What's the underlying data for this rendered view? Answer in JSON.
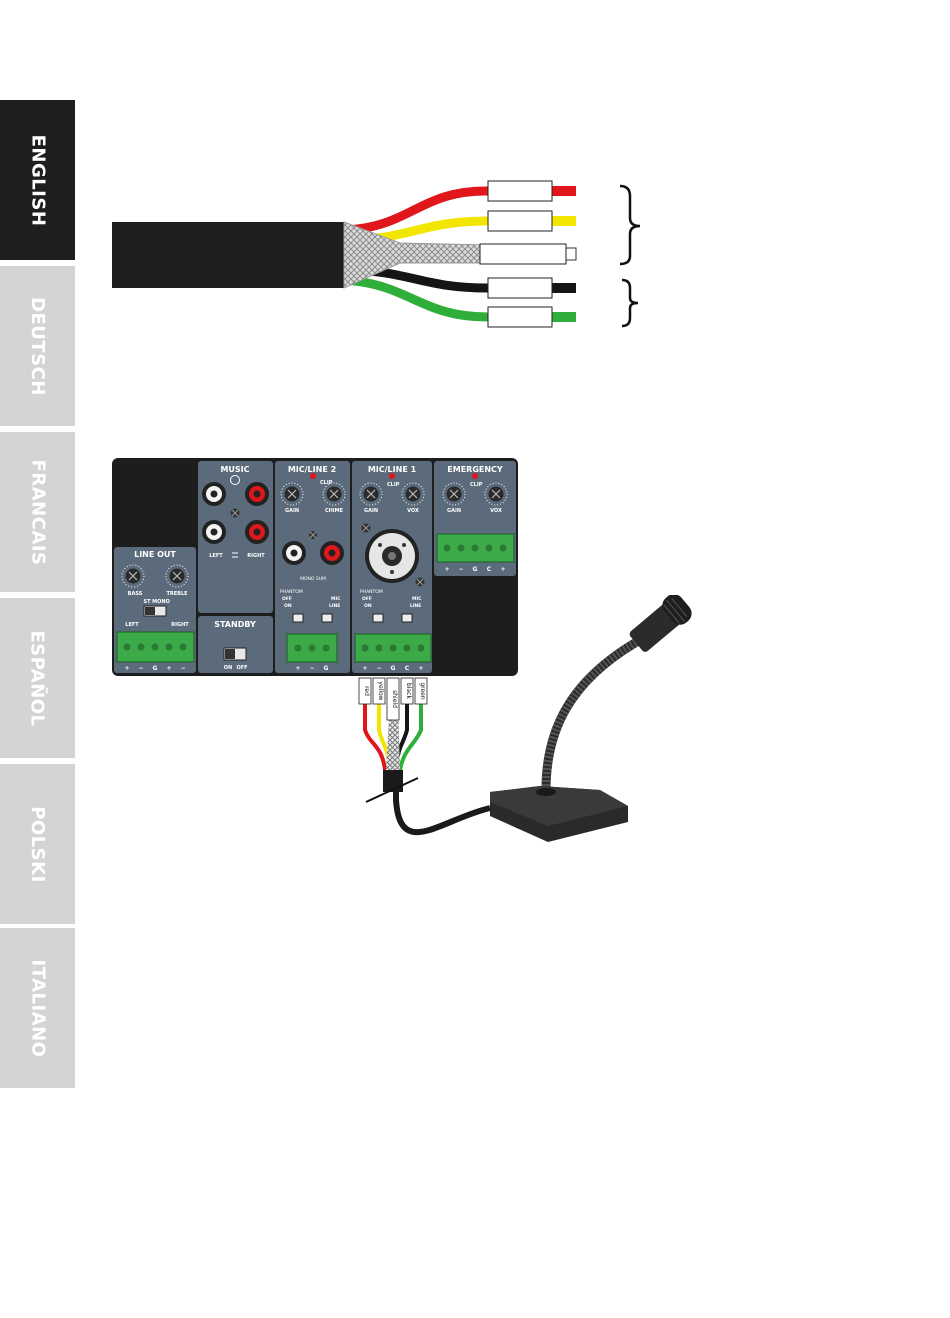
{
  "sidebar": {
    "tabs": [
      {
        "label": "ENGLISH",
        "active": true
      },
      {
        "label": "DEUTSCH",
        "active": false
      },
      {
        "label": "FRANCAIS",
        "active": false
      },
      {
        "label": "ESPAÑOL",
        "active": false
      },
      {
        "label": "POLSKI",
        "active": false
      },
      {
        "label": "ITALIANO",
        "active": false
      }
    ]
  },
  "panel": {
    "music": {
      "title": "MUSIC",
      "left": "LEFT",
      "right": "RIGHT"
    },
    "line_out": {
      "title": "LINE OUT",
      "bass": "BASS",
      "treble": "TREBLE",
      "st": "ST",
      "mono": "MONO",
      "left": "LEFT",
      "right": "RIGHT",
      "pins": [
        "+",
        "−",
        "G",
        "+",
        "−"
      ]
    },
    "standby": {
      "title": "STANDBY",
      "on": "ON",
      "off": "OFF"
    },
    "mic2": {
      "title": "MIC/LINE 2",
      "clip": "CLIP",
      "gain": "GAIN",
      "chime": "CHIME",
      "mono_sum": "MONO SUM",
      "phantom": "PHANTOM",
      "off": "OFF",
      "on": "ON",
      "mic": "MIC",
      "line": "LINE",
      "pins": [
        "+",
        "−",
        "G"
      ]
    },
    "mic1": {
      "title": "MIC/LINE 1",
      "clip": "CLIP",
      "gain": "GAIN",
      "vox": "VOX",
      "phantom": "PHANTOM",
      "off": "OFF",
      "on": "ON",
      "mic": "MIC",
      "line": "LINE",
      "pins": [
        "+",
        "−",
        "G",
        "C",
        "+"
      ]
    },
    "emergency": {
      "title": "EMERGENCY",
      "clip": "CLIP",
      "gain": "GAIN",
      "vox": "VOX",
      "pins": [
        "+",
        "−",
        "G",
        "C",
        "+"
      ]
    }
  },
  "wire_labels": [
    "red",
    "yellow",
    "shield",
    "black",
    "green"
  ],
  "colors": {
    "red": "#e0161b",
    "yellow": "#f2e600",
    "black": "#151515",
    "green": "#2fae3a",
    "panel": "#5b6b7b",
    "terminal": "#3daa4a",
    "tab_active": "#1e1e1e",
    "tab_inactive": "#d4d4d4"
  }
}
